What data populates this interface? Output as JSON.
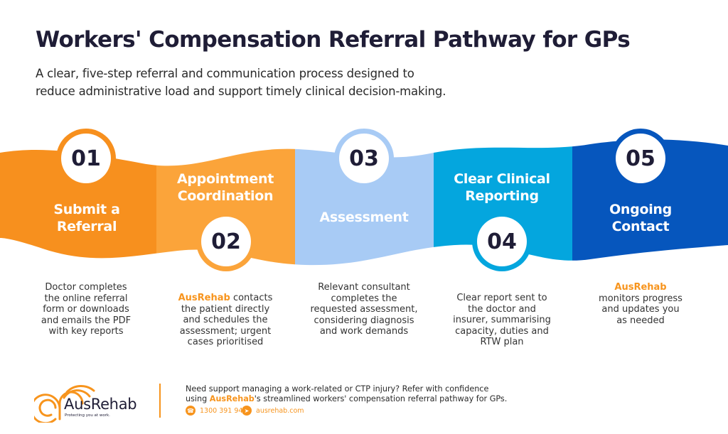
{
  "header": {
    "title": "Workers' Compensation Referral Pathway for GPs",
    "subtitle_line1": "A clear, five-step referral and communication process designed to",
    "subtitle_line2": "reduce administrative load and support timely clinical decision-making."
  },
  "colors": {
    "step1": "#f7901e",
    "step2": "#fba43a",
    "step3": "#a8cbf5",
    "step4": "#04a6de",
    "step5": "#0656bd",
    "brand_orange": "#f7941d",
    "navy_text": "#1f1d36"
  },
  "steps": [
    {
      "number": "01",
      "title_line1": "Submit a",
      "title_line2": "Referral",
      "desc_lines": [
        "Doctor completes",
        "the online referral",
        "form or downloads",
        "and emails the PDF",
        "with key reports"
      ]
    },
    {
      "number": "02",
      "title_line1": "Appointment",
      "title_line2": "Coordination",
      "desc_brand": "AusRehab",
      "desc_first_rest": " contacts",
      "desc_lines": [
        "the patient directly",
        "and schedules the",
        "assessment; urgent",
        "cases prioritised"
      ]
    },
    {
      "number": "03",
      "title_line1": "Assessment",
      "title_line2": "",
      "desc_lines": [
        "Relevant consultant",
        "completes the",
        "requested assessment,",
        "considering diagnosis",
        "and work demands"
      ]
    },
    {
      "number": "04",
      "title_line1": "Clear Clinical",
      "title_line2": "Reporting",
      "desc_lines": [
        "Clear report sent to",
        "the doctor and",
        "insurer, summarising",
        "capacity, duties and",
        "RTW plan"
      ]
    },
    {
      "number": "05",
      "title_line1": "Ongoing",
      "title_line2": "Contact",
      "desc_brand": "AusRehab",
      "desc_lines": [
        "monitors progress",
        "and updates you",
        "as needed"
      ]
    }
  ],
  "footer": {
    "logo_name": "AusRehab",
    "logo_tagline": "Protecting you at work.",
    "text_line1": "Need support managing a work-related or CTP injury? Refer with confidence",
    "text_line2_pre": "using ",
    "text_line2_brand": "AusRehab",
    "text_line2_post": "'s streamlined workers' compensation referral pathway for GPs.",
    "phone": "1300 391 947",
    "phone_icon": "phone-icon",
    "website": "ausrehab.com",
    "website_icon": "send-icon"
  }
}
